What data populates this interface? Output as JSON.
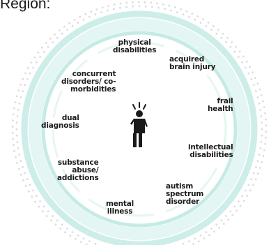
{
  "heading": "Region:",
  "center_icon": "person-with-exclamation-icon",
  "colors": {
    "ring_outer": "#c9ece6",
    "ring_band": "#d8f2ee",
    "ring_inner_line": "#bfe7e0",
    "dots": "#d3d3d3",
    "text": "#1b1b1b"
  },
  "categories": [
    "physical\ndisabilities",
    "acquired\nbrain injury",
    "frail\nhealth",
    "intellectual\ndisabilities",
    "autism\nspectrum\ndisorder",
    "mental\nillness",
    "substance\nabuse/\naddictions",
    "dual\ndiagnosis",
    "concurrent\ndisorders/ co-\nmorbidities"
  ]
}
